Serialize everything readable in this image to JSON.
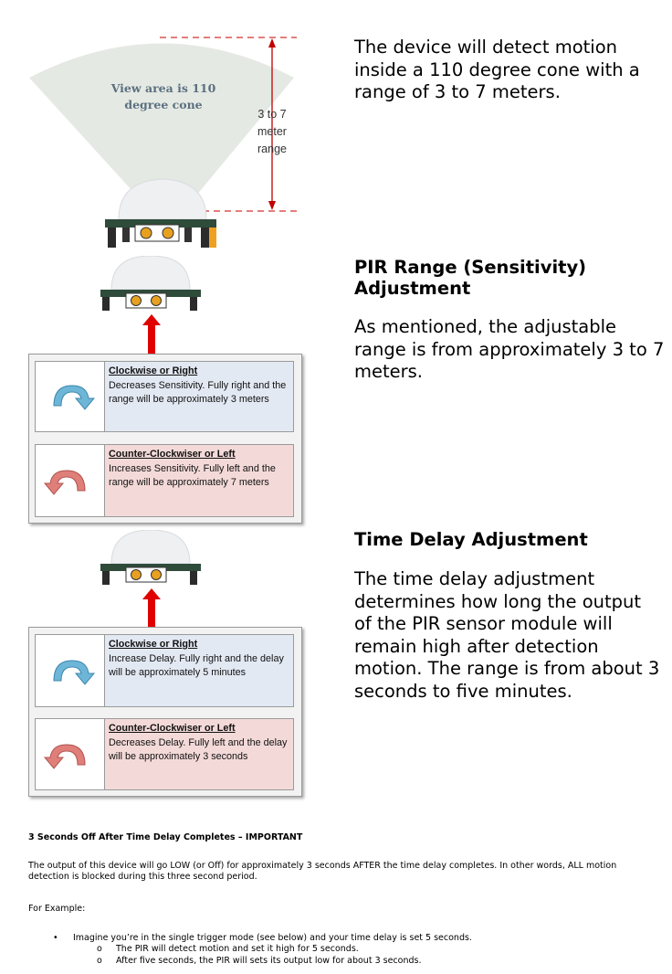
{
  "cone": {
    "view_label_line1": "View area is 110",
    "view_label_line2": "degree cone",
    "range_line1": "3 to 7",
    "range_line2": "meter",
    "range_line3": "range"
  },
  "intro": {
    "text": "The device will detect motion inside a 110 degree cone with a range of 3 to 7 meters."
  },
  "range_section": {
    "title_line1": "PIR Range (Sensitivity)",
    "title_line2": "Adjustment",
    "body": "As mentioned,   the adjustable range is from approximately 3 to 7 meters."
  },
  "delay_section": {
    "title": "Time Delay Adjustment",
    "body": "The time delay adjustment determines how long the output of the PIR sensor module will remain high after detection motion.   The range is from about 3 seconds to five minutes."
  },
  "sensitivity_panel": {
    "cw_heading": "Clockwise or Right",
    "cw_text": "Decreases Sensitivity.  Fully right and the range will be approximately 3 meters",
    "ccw_heading": "Counter-Clockwiser or Left",
    "ccw_text": "Increases Sensitivity.  Fully left and the range will be approximately 7 meters"
  },
  "delay_panel": {
    "cw_heading": "Clockwise or Right",
    "cw_text": "Increase Delay.  Fully right and the delay will be approximately 5 minutes",
    "ccw_heading": "Counter-Clockwiser or Left",
    "ccw_text": "Decreases Delay.  Fully left and the delay will be approximately 3 seconds"
  },
  "important": {
    "heading": "3 Seconds Off After Time Delay Completes – IMPORTANT",
    "para": "The output of this device will go LOW (or Off) for approximately 3 seconds AFTER the time delay completes.    In other words, ALL motion detection is blocked during this three second period.",
    "example_label": "For Example:",
    "bullet": "Imagine you’re in the single trigger mode (see below) and your time delay is set 5 seconds.",
    "sub_bullets": [
      "The PIR will detect motion and set it high for 5 seconds.",
      "After five seconds, the PIR will sets its output low for about 3 seconds."
    ]
  },
  "colors": {
    "arrow_red": "#e00000",
    "dash_red": "#d4302c",
    "card_blue": "#e3e9f3",
    "card_pink": "#f3dad8",
    "icon_blue": "#6db6d8",
    "icon_pink": "#e07e7a"
  }
}
